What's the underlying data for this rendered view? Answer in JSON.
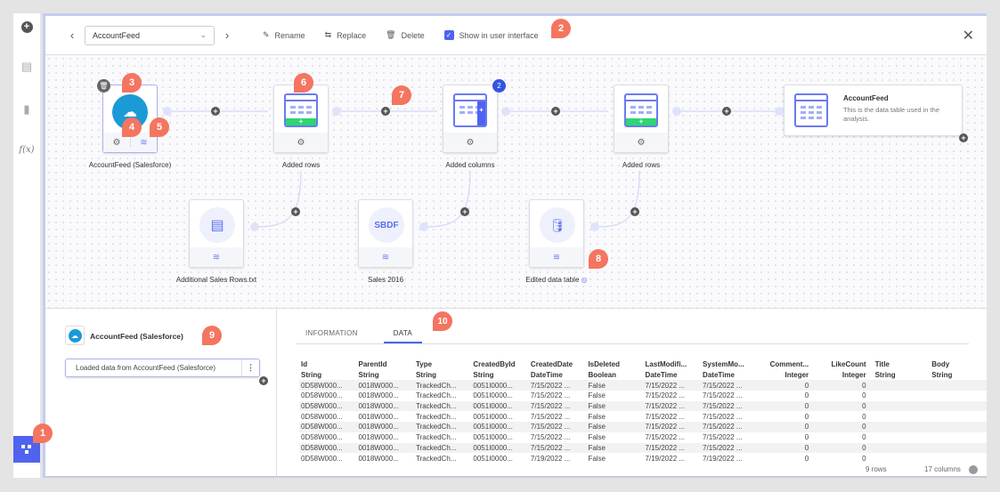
{
  "sidebar": {
    "items": [
      "add-icon",
      "data-table-icon",
      "visualization-icon",
      "function-icon",
      "data-canvas-icon"
    ],
    "fx_label": "f(x)"
  },
  "toolbar": {
    "table_name": "AccountFeed",
    "rename": "Rename",
    "replace": "Replace",
    "delete": "Delete",
    "show_in_ui": "Show in user interface",
    "show_in_ui_checked": true
  },
  "canvas": {
    "nodes": [
      {
        "label": "AccountFeed (Salesforce)"
      },
      {
        "label": "Added rows"
      },
      {
        "label": "Added columns",
        "count_badge": "2"
      },
      {
        "label": "Added rows"
      },
      {
        "label": "Additional Sales Rows.txt"
      },
      {
        "label": "Sales 2016",
        "icon_text": "SBDF"
      },
      {
        "label": "Edited data table"
      }
    ],
    "output": {
      "title": "AccountFeed",
      "description": "This is the data table used in the analysis."
    }
  },
  "annotations": [
    "1",
    "2",
    "3",
    "4",
    "5",
    "6",
    "7",
    "8",
    "9",
    "10"
  ],
  "left_panel": {
    "source_title": "AccountFeed (Salesforce)",
    "step": "Loaded data from AccountFeed (Salesforce)"
  },
  "tabs": [
    "INFORMATION",
    "DATA"
  ],
  "table": {
    "headers": [
      "Id",
      "ParentId",
      "Type",
      "CreatedById",
      "CreatedDate",
      "IsDeleted",
      "LastModifi...",
      "SystemMo...",
      "Comment...",
      "LikeCount",
      "Title",
      "Body"
    ],
    "types": [
      "String",
      "String",
      "String",
      "String",
      "DateTime",
      "Boolean",
      "DateTime",
      "DateTime",
      "Integer",
      "Integer",
      "String",
      "String"
    ],
    "rows": [
      [
        "0D58W000...",
        "0018W000...",
        "TrackedCh...",
        "0051I0000...",
        "7/15/2022 ...",
        "False",
        "7/15/2022 ...",
        "7/15/2022 ...",
        "0",
        "0",
        "",
        ""
      ],
      [
        "0D58W000...",
        "0018W000...",
        "TrackedCh...",
        "0051I0000...",
        "7/15/2022 ...",
        "False",
        "7/15/2022 ...",
        "7/15/2022 ...",
        "0",
        "0",
        "",
        ""
      ],
      [
        "0D58W000...",
        "0018W000...",
        "TrackedCh...",
        "0051I0000...",
        "7/15/2022 ...",
        "False",
        "7/15/2022 ...",
        "7/15/2022 ...",
        "0",
        "0",
        "",
        ""
      ],
      [
        "0D58W000...",
        "0018W000...",
        "TrackedCh...",
        "0051I0000...",
        "7/15/2022 ...",
        "False",
        "7/15/2022 ...",
        "7/15/2022 ...",
        "0",
        "0",
        "",
        ""
      ],
      [
        "0D58W000...",
        "0018W000...",
        "TrackedCh...",
        "0051I0000...",
        "7/15/2022 ...",
        "False",
        "7/15/2022 ...",
        "7/15/2022 ...",
        "0",
        "0",
        "",
        ""
      ],
      [
        "0D58W000...",
        "0018W000...",
        "TrackedCh...",
        "0051I0000...",
        "7/15/2022 ...",
        "False",
        "7/15/2022 ...",
        "7/15/2022 ...",
        "0",
        "0",
        "",
        ""
      ],
      [
        "0D58W000...",
        "0018W000...",
        "TrackedCh...",
        "0051I0000...",
        "7/15/2022 ...",
        "False",
        "7/15/2022 ...",
        "7/15/2022 ...",
        "0",
        "0",
        "",
        ""
      ],
      [
        "0D58W000...",
        "0018W000...",
        "TrackedCh...",
        "0051I0000...",
        "7/19/2022 ...",
        "False",
        "7/19/2022 ...",
        "7/19/2022 ...",
        "0",
        "0",
        "",
        ""
      ]
    ],
    "row_count": "9 rows",
    "column_count": "17 columns"
  }
}
